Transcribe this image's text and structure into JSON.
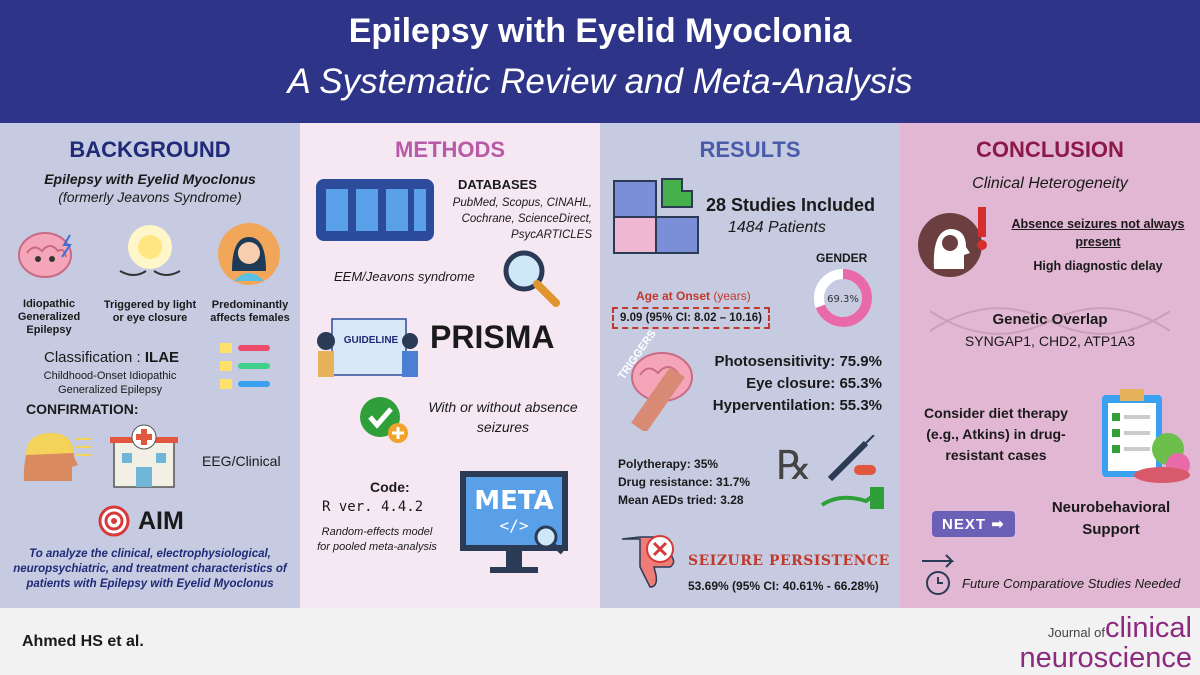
{
  "header": {
    "title": "Epilepsy with Eyelid Myoclonia",
    "subtitle": "A Systematic Review and Meta-Analysis"
  },
  "background": {
    "heading": "BACKGROUND",
    "syndrome": "Epilepsy with Eyelid Myoclonus",
    "formerly": "(formerly Jeavons Syndrome)",
    "feature1": "Idiopathic Generalized Epilepsy",
    "feature2": "Triggered by light or eye closure",
    "feature3": "Predominantly affects females",
    "classification_label": "Classification : ",
    "classification_value": "ILAE",
    "classification_detail": "Childhood-Onset Idiopathic Generalized Epilepsy",
    "confirmation": "CONFIRMATION:",
    "eeg": "EEG/Clinical",
    "aim": "AIM",
    "aim_text": "To analyze the clinical, electrophysiological, neuropsychiatric, and treatment characteristics of patients with Epilepsy with Eyelid Myoclonus"
  },
  "methods": {
    "heading": "METHODS",
    "db_label": "DATABASES",
    "db_list": "PubMed, Scopus, CINAHL, Cochrane, ScienceDirect, PsycARTICLES",
    "search": "EEM/Jeavons syndrome",
    "guideline": "GUIDELINE",
    "prisma": "PRISMA",
    "absence": "With or without absence seizures",
    "code_label": "Code:",
    "code_value": "R ver. 4.4.2",
    "model": "Random-effects model for pooled meta-analysis",
    "meta": "META"
  },
  "results": {
    "heading": "RESULTS",
    "studies": "28 Studies Included",
    "patients": "1484 Patients",
    "gender_label": "GENDER",
    "gender_value": "69.3%",
    "gender_fraction": 0.693,
    "age_label": "Age at Onset",
    "age_unit": " (years)",
    "age_value": "9.09 (95% CI: 8.02 – 10.16)",
    "triggers": "TRIGGERS",
    "photosensitivity": "Photosensitivity: 75.9%",
    "eye_closure": "Eye closure: 65.3%",
    "hyperventilation": "Hyperventilation: 55.3%",
    "polytherapy": "Polytherapy: 35%",
    "drug_resistance": "Drug resistance: 31.7%",
    "mean_aeds": "Mean AEDs tried: 3.28",
    "seizure_persistence": "SEIZURE PERSISTENCE",
    "persistence_value": "53.69% (95% CI: 40.61% - 66.28%)"
  },
  "conclusion": {
    "heading": "CONCLUSION",
    "heterogeneity": "Clinical Heterogeneity",
    "absence_note": "Absence seizures not always present",
    "delay": "High diagnostic delay",
    "genetic_label": "Genetic Overlap",
    "genes": "SYNGAP1, CHD2, ATP1A3",
    "diet": "Consider diet therapy (e.g., Atkins) in drug-resistant cases",
    "next": "NEXT",
    "neuro": "Neurobehavioral Support",
    "future": "Future Comparatiove Studies Needed"
  },
  "footer": {
    "author": "Ahmed HS et al.",
    "journal_of": "Journal of",
    "journal_clinical": "clinical",
    "journal_neuro": "neuroscience"
  },
  "colors": {
    "header_bg": "#2e3487",
    "background_heading": "#1f2a78",
    "methods_heading": "#b85aa5",
    "results_heading": "#4a5ca8",
    "conclusion_heading": "#8b1a4b",
    "age_label": "#c0392b",
    "gender_ring": "#e86aa8"
  }
}
